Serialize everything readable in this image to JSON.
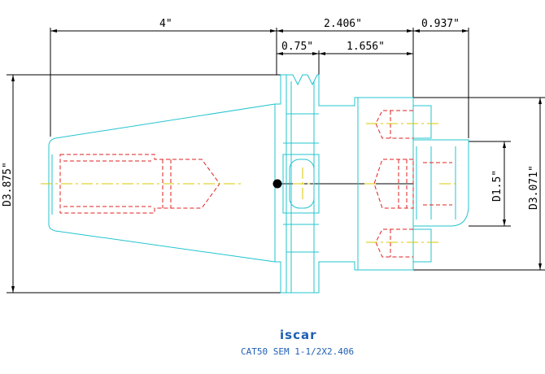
{
  "dimensions": {
    "overall_length": "4\"",
    "flange_length": "2.406\"",
    "insert_length": "0.937\"",
    "groove_length": "0.75\"",
    "head_length": "1.656\"",
    "taper_diameter": "D3.875\"",
    "bore_diameter": "D1.5\"",
    "head_diameter": "D3.071\""
  },
  "logo": {
    "text": "iscar"
  },
  "caption": {
    "part_name": "CAT50 SEM 1-1/2X2.406"
  },
  "colors": {
    "body": "#23c4cf",
    "hidden": "#e02020",
    "centerline": "#d8c800",
    "dimension": "#000000",
    "caption": "#1f5fb4"
  }
}
